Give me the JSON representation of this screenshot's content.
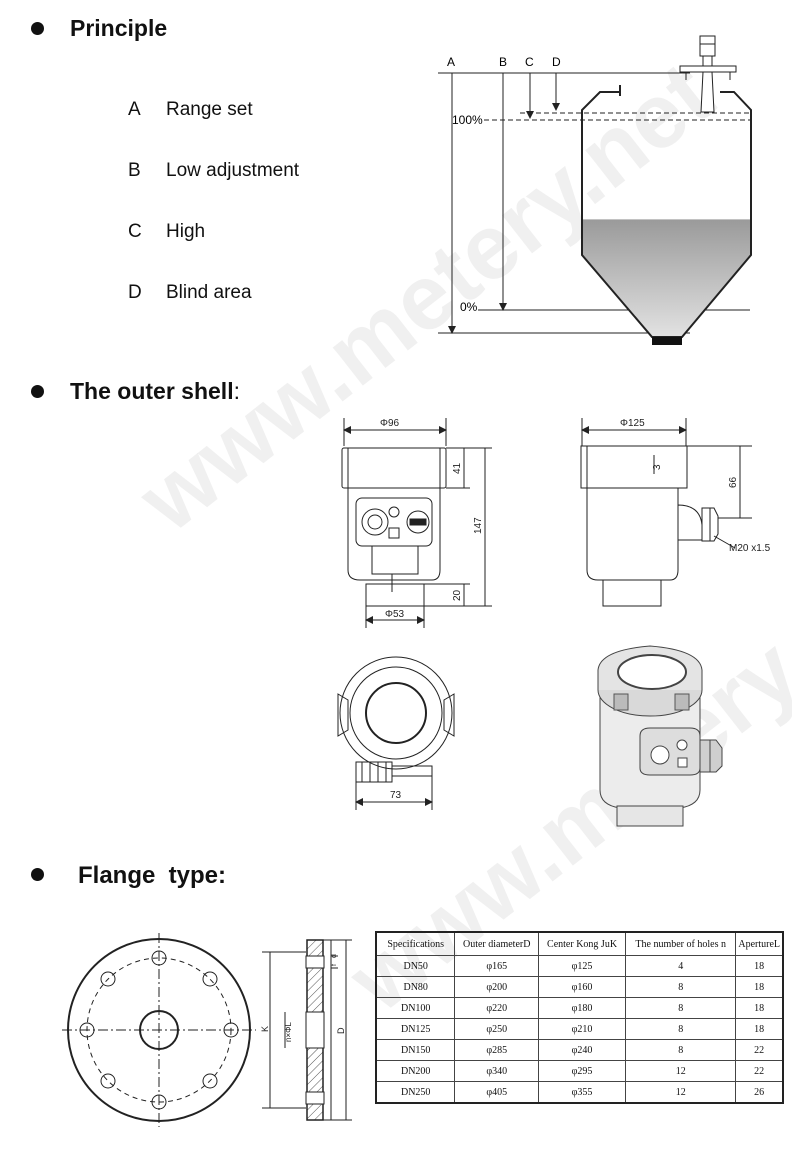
{
  "sections": {
    "principle": "Principle",
    "outer_shell": "The outer shell",
    "outer_shell_colon": ":",
    "flange_type": "Flange  type:"
  },
  "legend": [
    {
      "key": "A",
      "label": "Range set"
    },
    {
      "key": "B",
      "label": "Low adjustment"
    },
    {
      "key": "C",
      "label": "High"
    },
    {
      "key": "D",
      "label": "Blind area"
    }
  ],
  "tank": {
    "col_labels": [
      "A",
      "B",
      "C",
      "D"
    ],
    "level_100": "100%",
    "level_0": "0%",
    "fill_fraction": 0.48
  },
  "shell": {
    "dim_96": "Φ96",
    "dim_41": "41",
    "dim_147": "147",
    "dim_20": "20",
    "dim_53": "Φ53",
    "dim_125": "Φ125",
    "dim_3": "3",
    "dim_66": "66",
    "dim_m20": "M20 x1.5",
    "dim_73": "73"
  },
  "flange": {
    "label_k": "K",
    "label_n": "n×ΦL",
    "label_d": "D",
    "label_fd": "f",
    "label_gd": "d"
  },
  "watermark": "www.metery.net",
  "table": {
    "headers": [
      "Specifications",
      "Outer diameterD",
      "Center Kong JuK",
      "The number of holes n",
      "ApertureL"
    ],
    "rows": [
      [
        "DN50",
        "φ165",
        "φ125",
        "4",
        "18"
      ],
      [
        "DN80",
        "φ200",
        "φ160",
        "8",
        "18"
      ],
      [
        "DN100",
        "φ220",
        "φ180",
        "8",
        "18"
      ],
      [
        "DN125",
        "φ250",
        "φ210",
        "8",
        "18"
      ],
      [
        "DN150",
        "φ285",
        "φ240",
        "8",
        "22"
      ],
      [
        "DN200",
        "φ340",
        "φ295",
        "12",
        "22"
      ],
      [
        "DN250",
        "φ405",
        "φ355",
        "12",
        "26"
      ]
    ]
  }
}
